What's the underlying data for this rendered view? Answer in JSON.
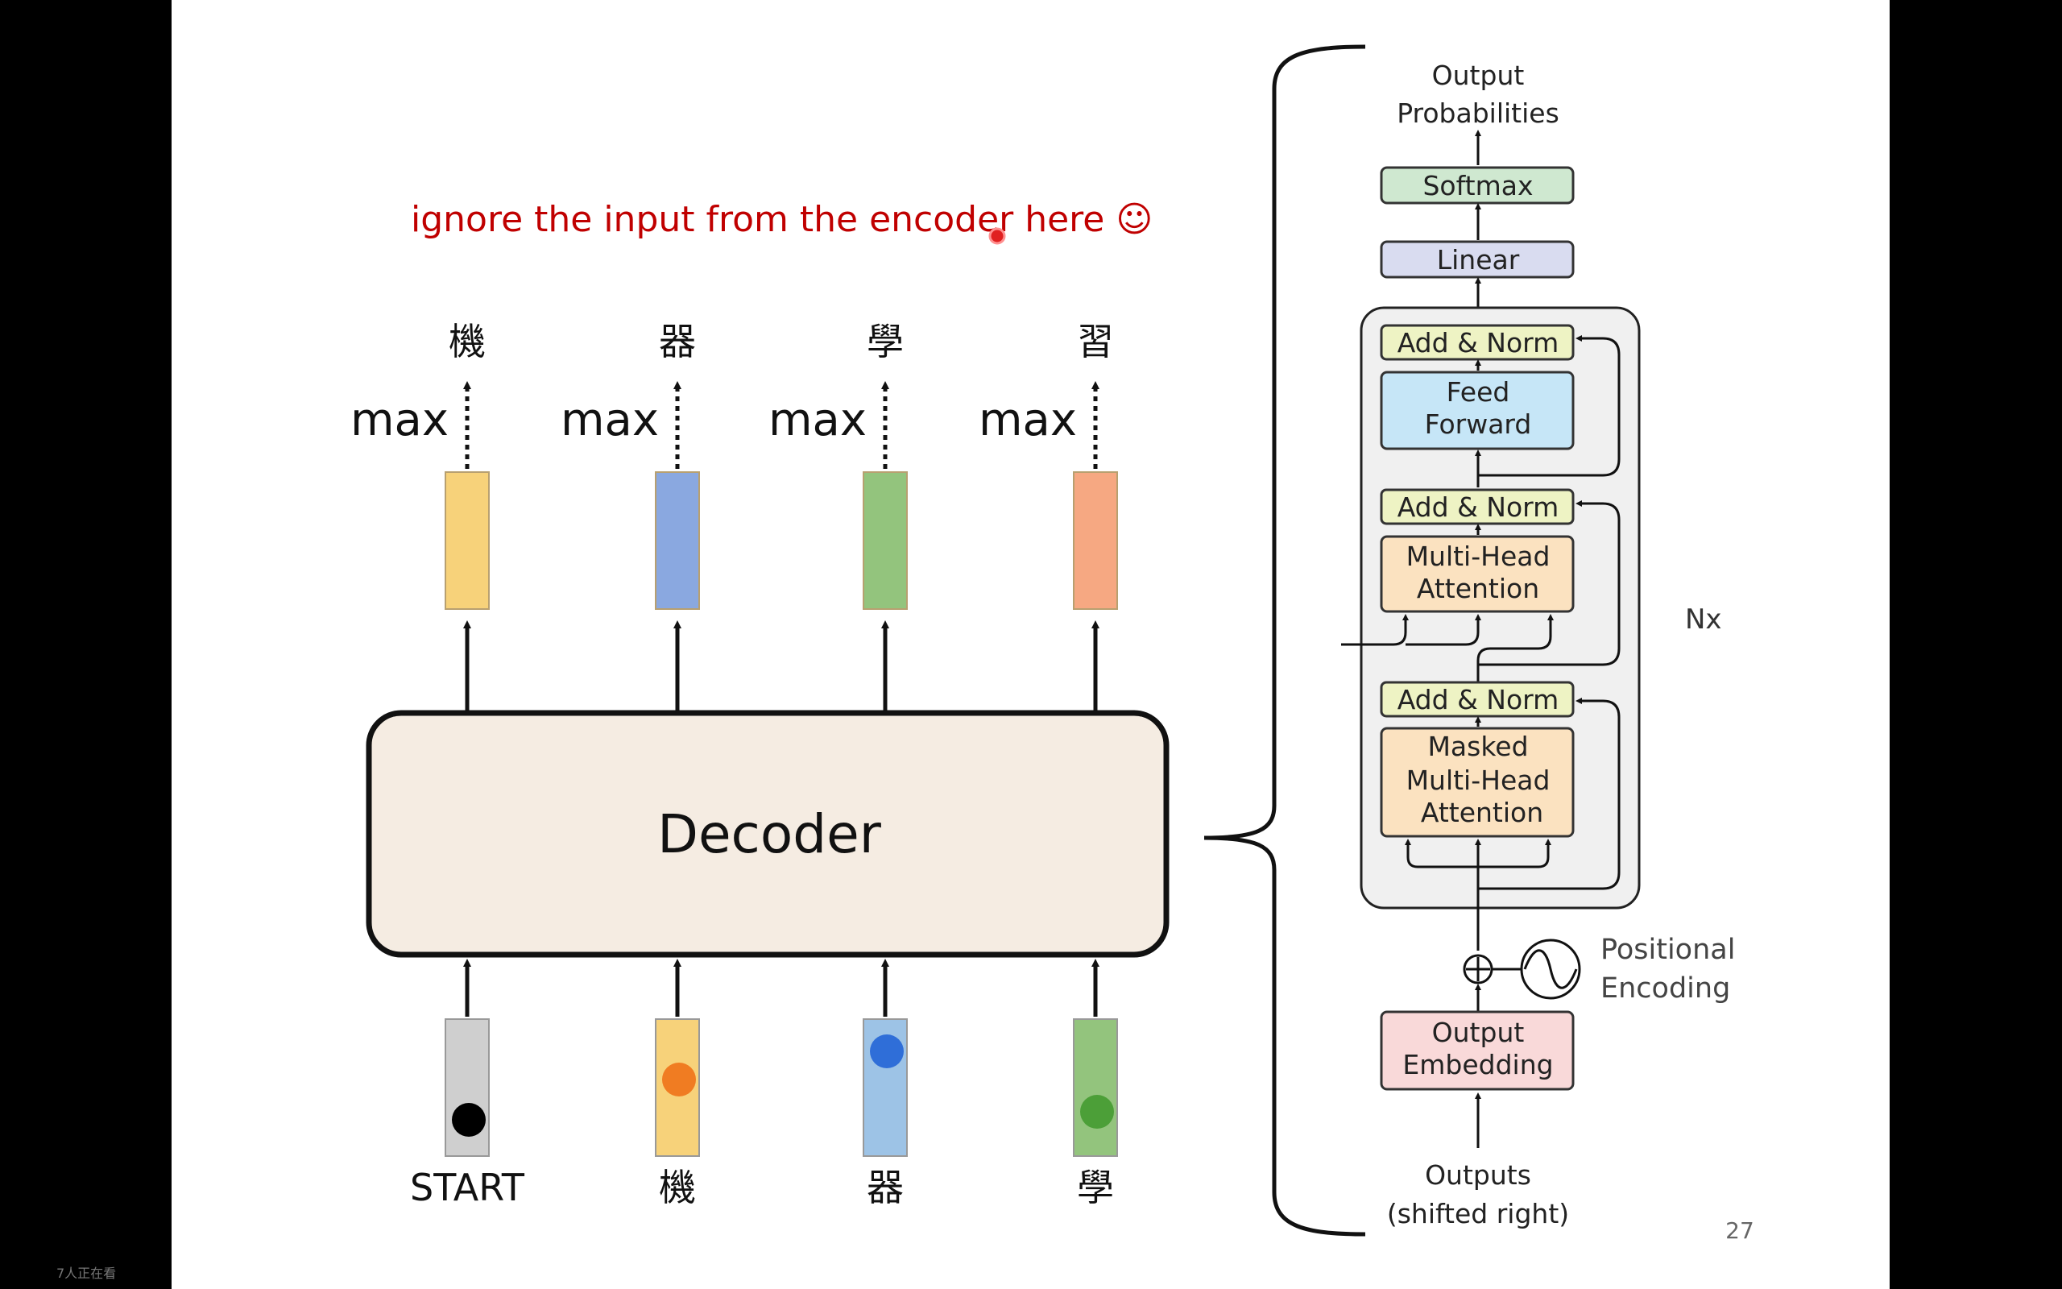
{
  "annotation": {
    "text": "ignore the input from the encoder here ☺",
    "color": "#c00000"
  },
  "decoder": {
    "label": "Decoder"
  },
  "max_label": "max",
  "outputs": [
    {
      "char": "機",
      "color": "#f7d27a"
    },
    {
      "char": "器",
      "color": "#8aa8e0"
    },
    {
      "char": "學",
      "color": "#93c47d"
    },
    {
      "char": "習",
      "color": "#f6a882"
    }
  ],
  "inputs": [
    {
      "label": "START",
      "bar_color": "#cfcfcf",
      "dot_color": "#000000"
    },
    {
      "label": "機",
      "bar_color": "#f7d27a",
      "dot_color": "#f07c22"
    },
    {
      "label": "器",
      "bar_color": "#9dc3e6",
      "dot_color": "#2f6ed8"
    },
    {
      "label": "學",
      "bar_color": "#93c47d",
      "dot_color": "#4c9f38"
    }
  ],
  "transformer": {
    "output_probabilities": [
      "Output",
      "Probabilities"
    ],
    "softmax": "Softmax",
    "linear": "Linear",
    "add_norm": "Add & Norm",
    "feed_forward": [
      "Feed",
      "Forward"
    ],
    "mha": [
      "Multi-Head",
      "Attention"
    ],
    "masked_mha": [
      "Masked",
      "Multi-Head",
      "Attention"
    ],
    "nx": "Nx",
    "positional_encoding": [
      "Positional",
      "Encoding"
    ],
    "output_embedding": [
      "Output",
      "Embedding"
    ],
    "outputs_shifted": [
      "Outputs",
      "(shifted right)"
    ],
    "plus": "⊕"
  },
  "slide_number": "27",
  "viewers": "7人正在看"
}
